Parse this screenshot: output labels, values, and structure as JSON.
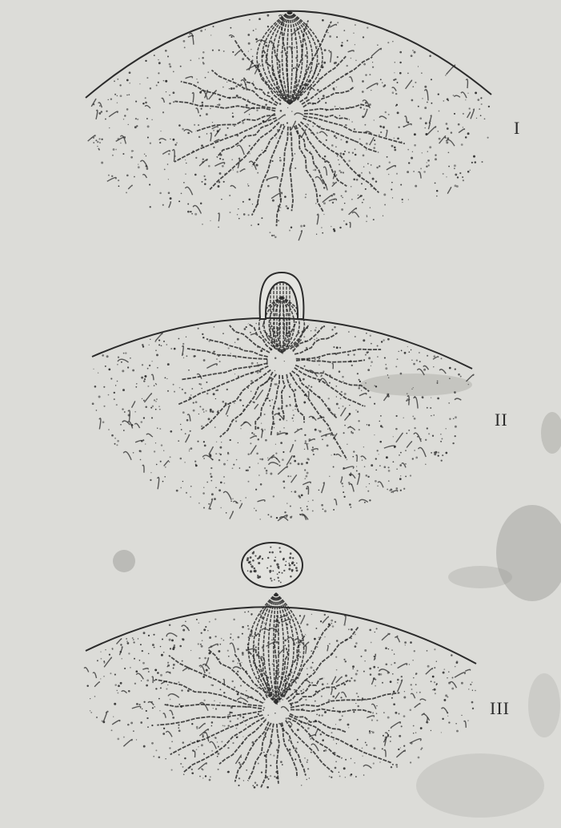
{
  "figures": [
    {
      "label": "I"
    },
    {
      "label": "II"
    },
    {
      "label": "III"
    }
  ],
  "colors": {
    "paper": "#dcdcd8",
    "ink": "#2b2b2b",
    "stain": "#9a9a96"
  }
}
